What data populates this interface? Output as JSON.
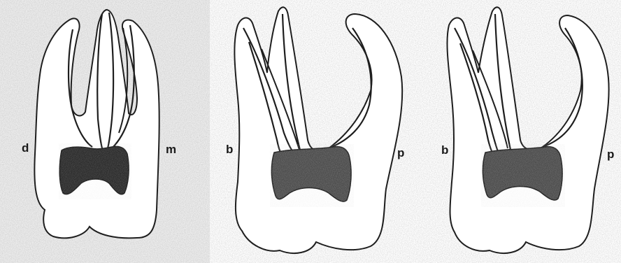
{
  "views": [
    {
      "left_label": "d",
      "right_label": "m"
    },
    {
      "left_label": "b",
      "right_label": "p"
    },
    {
      "left_label": "b",
      "right_label": "p"
    }
  ],
  "colors": {
    "background_speckle": "#c9c9c9",
    "tooth_fill": "#ffffff",
    "outline": "#1e1e1e",
    "pulp_dark": "#2a2a2a",
    "pulp_mid": "#4a4a4a"
  }
}
